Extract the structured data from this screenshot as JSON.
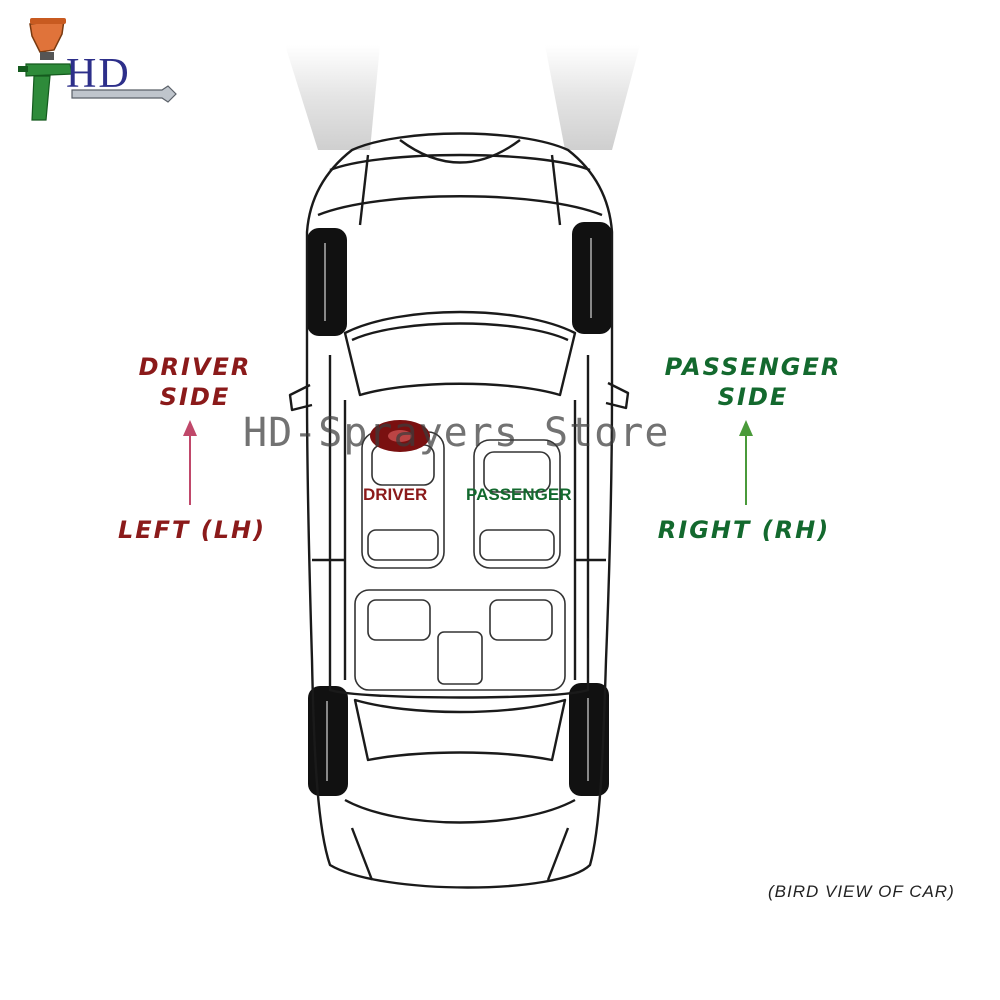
{
  "logo": {
    "text": "HD"
  },
  "watermark": {
    "text": "HD-Sprayers Store"
  },
  "left_side": {
    "title_line1": "DRIVER",
    "title_line2": "SIDE",
    "direction": "LEFT (LH)",
    "color": "#8b1a1a"
  },
  "right_side": {
    "title_line1": "PASSENGER",
    "title_line2": "SIDE",
    "direction": "RIGHT (RH)",
    "color": "#13692e"
  },
  "seats": {
    "driver": "DRIVER",
    "passenger": "PASSENGER"
  },
  "caption": "(BIRD VIEW OF CAR)"
}
